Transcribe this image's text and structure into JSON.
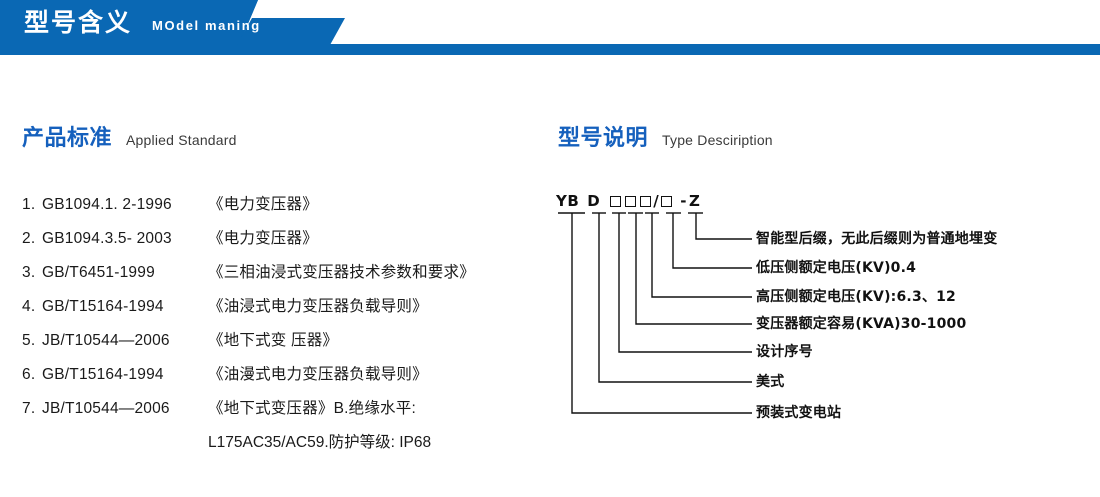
{
  "header": {
    "title_cn": "型号含义",
    "title_en": "MOdel maning",
    "accent_color": "#0A68B4"
  },
  "sections": {
    "left": {
      "heading_cn": "产品标准",
      "heading_en": "Applied Standard",
      "heading_color": "#1560BD"
    },
    "right": {
      "heading_cn": "型号说明",
      "heading_en": "Type Desciription",
      "heading_color": "#1560BD"
    }
  },
  "standards": [
    {
      "num": "1.",
      "code": "GB1094.1. 2-1996",
      "name": "《电力变压器》"
    },
    {
      "num": "2.",
      "code": "GB1094.3.5- 2003",
      "name": "《电力变压器》"
    },
    {
      "num": "3.",
      "code": "GB/T6451-1999",
      "name": "《三相油浸式变压器技术参数和要求》"
    },
    {
      "num": "4.",
      "code": "GB/T15164-1994",
      "name": "《油浸式电力变压器负载导则》"
    },
    {
      "num": "5.",
      "code": "JB/T10544—2006",
      "name": "《地下式变 压器》"
    },
    {
      "num": "6.",
      "code": "GB/T15164-1994",
      "name": "《油漫式电力变压器负载导则》"
    },
    {
      "num": "7.",
      "code": "JB/T10544—2006",
      "name": "《地下式变压器》B.绝缘水平:"
    }
  ],
  "standards_continuation": "L175AC35/AC59.防护等级: IP68",
  "type_code": {
    "tokens": [
      "YB",
      "D",
      "□",
      "□",
      "□",
      "/",
      "□",
      "-",
      "Z"
    ],
    "display": "YB D □□□/□ -Z"
  },
  "type_labels": [
    {
      "text": "智能型后缀，无此后缀则为普通地埋变"
    },
    {
      "text": "低压侧额定电压(KV)0.4"
    },
    {
      "text": "高压侧额定电压(KV):6.3、12"
    },
    {
      "text": "变压器额定容易(KVA)30-1000"
    },
    {
      "text": "设计序号"
    },
    {
      "text": "美式"
    },
    {
      "text": "预装式变电站"
    }
  ]
}
